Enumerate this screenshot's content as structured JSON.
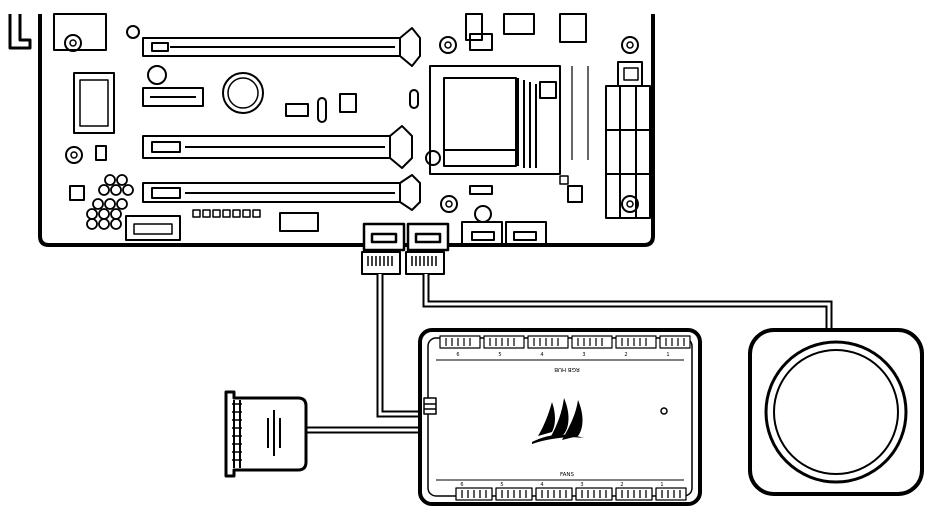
{
  "hub": {
    "rgb_label": "RGB HUB",
    "fans_label": "FANS",
    "rgb_port_numbers": [
      "6",
      "5",
      "4",
      "3",
      "2",
      "1"
    ],
    "fan_port_numbers": [
      "6",
      "5",
      "4",
      "3",
      "2",
      "1"
    ]
  },
  "icons": {
    "brand_logo": "corsair-sails-icon",
    "power": "sata-power-connector-icon",
    "pump": "aio-pump-block-icon"
  },
  "colors": {
    "line": "#000000",
    "fill": "#ffffff",
    "board": "#f4f4f4"
  }
}
